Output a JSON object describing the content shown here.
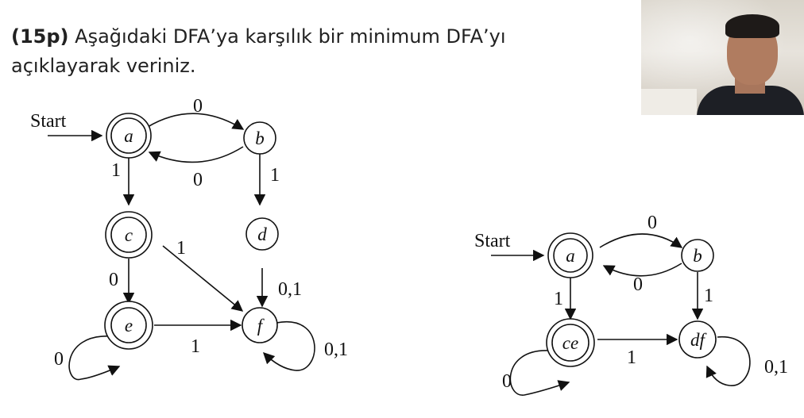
{
  "question": {
    "points": "(15p)",
    "text": " Aşağıdaki DFA’ya karşılık bir minimum DFA’yı açıklayarak veriniz."
  },
  "original_dfa": {
    "start_label": "Start",
    "states": {
      "a": {
        "label": "a",
        "accepting": true
      },
      "b": {
        "label": "b",
        "accepting": false
      },
      "c": {
        "label": "c",
        "accepting": true
      },
      "d": {
        "label": "d",
        "accepting": false
      },
      "e": {
        "label": "e",
        "accepting": true
      },
      "f": {
        "label": "f",
        "accepting": false
      }
    },
    "transitions": [
      {
        "from": "a",
        "to": "b",
        "label": "0"
      },
      {
        "from": "b",
        "to": "a",
        "label": "0"
      },
      {
        "from": "a",
        "to": "c",
        "label": "1"
      },
      {
        "from": "b",
        "to": "d",
        "label": "1"
      },
      {
        "from": "c",
        "to": "f",
        "label": "1"
      },
      {
        "from": "c",
        "to": "e",
        "label": "0"
      },
      {
        "from": "d",
        "to": "f",
        "label": "0,1"
      },
      {
        "from": "e",
        "to": "f",
        "label": "1"
      },
      {
        "from": "e",
        "to": "e",
        "label": "0"
      },
      {
        "from": "f",
        "to": "f",
        "label": "0,1"
      }
    ]
  },
  "minimized_dfa": {
    "start_label": "Start",
    "states": {
      "a": {
        "label": "a",
        "accepting": true
      },
      "b": {
        "label": "b",
        "accepting": false
      },
      "ce": {
        "label": "ce",
        "accepting": true
      },
      "df": {
        "label": "df",
        "accepting": false
      }
    },
    "transitions": [
      {
        "from": "a",
        "to": "b",
        "label": "0"
      },
      {
        "from": "b",
        "to": "a",
        "label": "0"
      },
      {
        "from": "a",
        "to": "ce",
        "label": "1"
      },
      {
        "from": "b",
        "to": "df",
        "label": "1"
      },
      {
        "from": "ce",
        "to": "df",
        "label": "1"
      },
      {
        "from": "ce",
        "to": "ce",
        "label": "0"
      },
      {
        "from": "df",
        "to": "df",
        "label": "0,1"
      }
    ]
  },
  "webcam": {
    "icon": "presenter-webcam-feed"
  }
}
